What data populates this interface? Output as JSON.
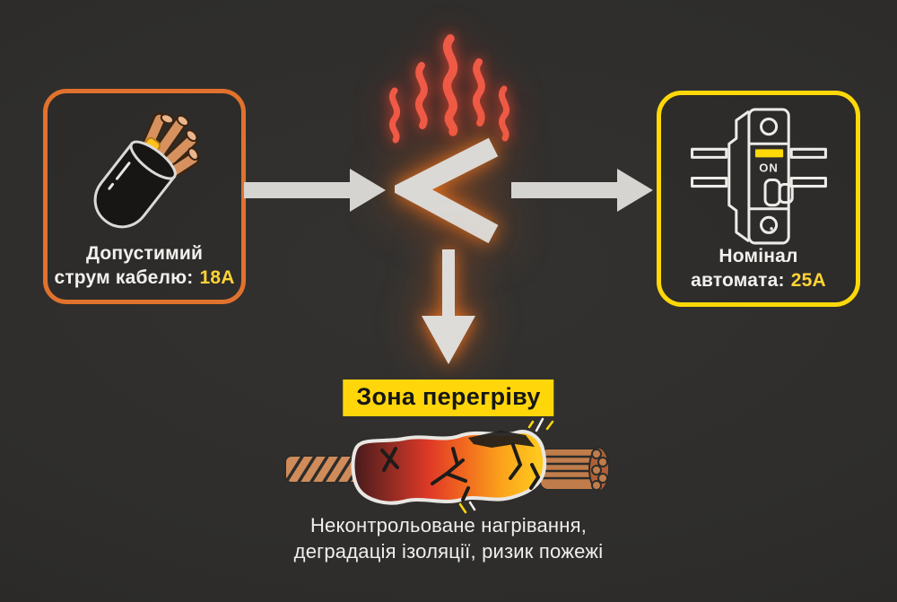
{
  "palette": {
    "background": "#2e2d2b",
    "orange_border": "#e1722d",
    "yellow_border": "#ffd808",
    "value_yellow": "#ffd335",
    "flame_red": "#ef5a47",
    "arrow_gray": "#d6d4d1",
    "text_light": "#f1f0ed",
    "label_bg": "#ffd60a",
    "label_text": "#161616"
  },
  "icons": {
    "cable": "cable-icon",
    "breaker": "circuit-breaker-icon",
    "flames": "heat-waves-icon",
    "less_than": "less-than-icon",
    "arrow_right": "arrow-right-icon",
    "arrow_down": "arrow-down-icon",
    "burnt_cable": "burnt-cable-icon"
  },
  "left_card": {
    "caption_line1": "Допустимий",
    "caption_line2_label": "струм кабелю:",
    "caption_value": "18А"
  },
  "right_card": {
    "breaker_on_label": "ON",
    "caption_line1": "Номінал",
    "caption_line2_label": "автомата:",
    "caption_value": "25А"
  },
  "comparison": {
    "symbol": "<"
  },
  "overheat": {
    "label": "Зона перегріву",
    "description_line1": "Неконтрольоване нагрівання,",
    "description_line2": "деградація ізоляції, ризик пожежі"
  }
}
